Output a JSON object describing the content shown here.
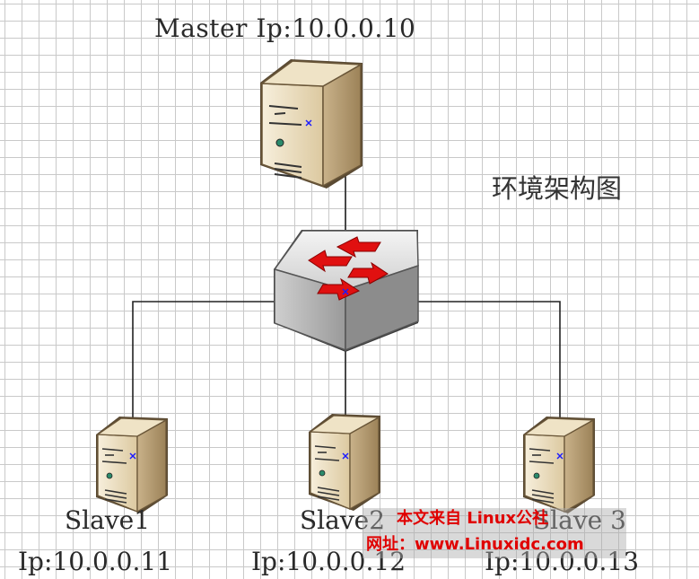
{
  "diagram": {
    "title": "环境架构图",
    "master": {
      "label": "Master Ip:10.0.0.10"
    },
    "slaves": [
      {
        "name": "Slave1",
        "ip": "Ip:10.0.0.11"
      },
      {
        "name": "Slave2",
        "ip": "Ip:10.0.0.12"
      },
      {
        "name": "Slave 3",
        "ip": "Ip:10.0.0.13"
      }
    ]
  },
  "watermark": {
    "line1": "本文来自 Linux公社",
    "line2": "网址：www.Linuxidc.com"
  },
  "colors": {
    "line": "#222222",
    "server_body": "#e8d9b8",
    "switch_arrow": "#e01010",
    "connection_marker": "#1a1aff",
    "watermark_text": "#e00000"
  },
  "icons": [
    "server-icon",
    "switch-icon"
  ]
}
